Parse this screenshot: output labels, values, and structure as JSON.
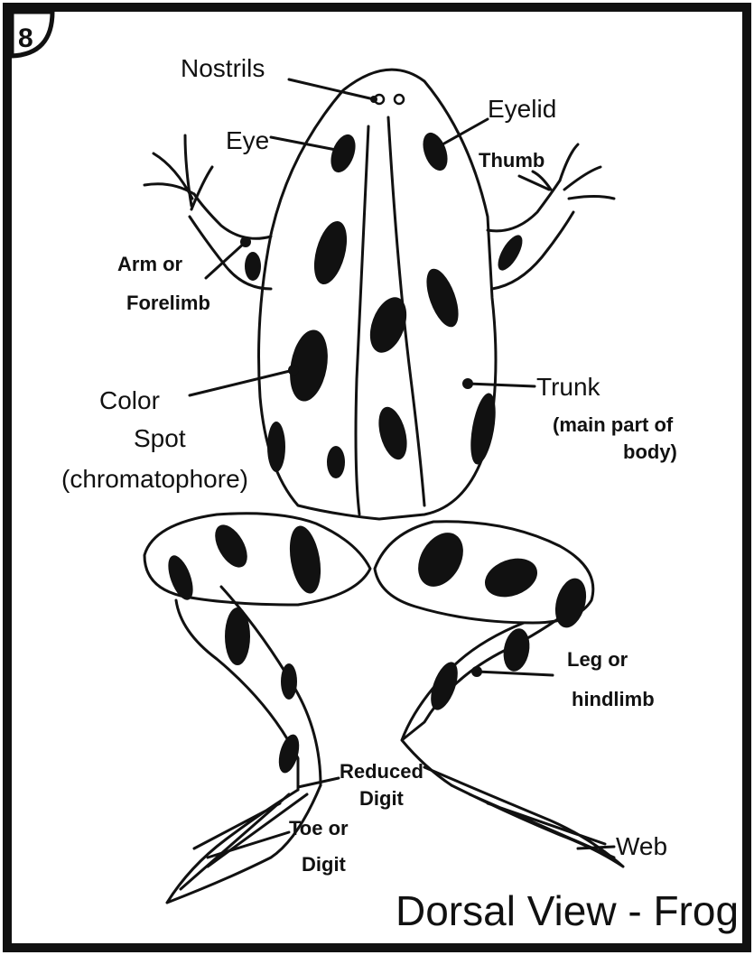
{
  "page_number": "8",
  "title": "Dorsal View - Frog",
  "labels": {
    "nostrils": "Nostrils",
    "eyelid": "Eyelid",
    "eye": "Eye",
    "thumb": "Thumb",
    "arm_line1": "Arm or",
    "arm_line2": "Forelimb",
    "trunk": "Trunk",
    "trunk_note_line1": "(main part of",
    "trunk_note_line2": "body)",
    "color_line1": "Color",
    "color_line2": "Spot",
    "color_line3": "(chromatophore)",
    "leg_line1": "Leg or",
    "leg_line2": "hindlimb",
    "reduced_line1": "Reduced",
    "reduced_line2": "Digit",
    "toe_line1": "Toe or",
    "toe_line2": "Digit",
    "web": "Web"
  },
  "colors": {
    "ink": "#111111",
    "paper": "#ffffff"
  }
}
